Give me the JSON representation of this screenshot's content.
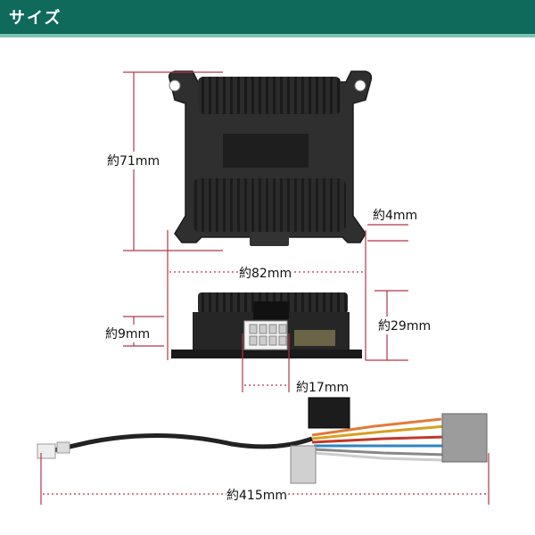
{
  "header": {
    "title": "サイズ",
    "accent_color": "#0f6a5c"
  },
  "dimensions": {
    "height": "約71mm",
    "flange": "約4mm",
    "width": "約82mm",
    "depth": "約29mm",
    "connector_height": "約9mm",
    "connector_width": "約17mm",
    "cable_length": "約415mm"
  },
  "colors": {
    "dim_line": "#b3364a",
    "body": "#2a2a2a"
  }
}
